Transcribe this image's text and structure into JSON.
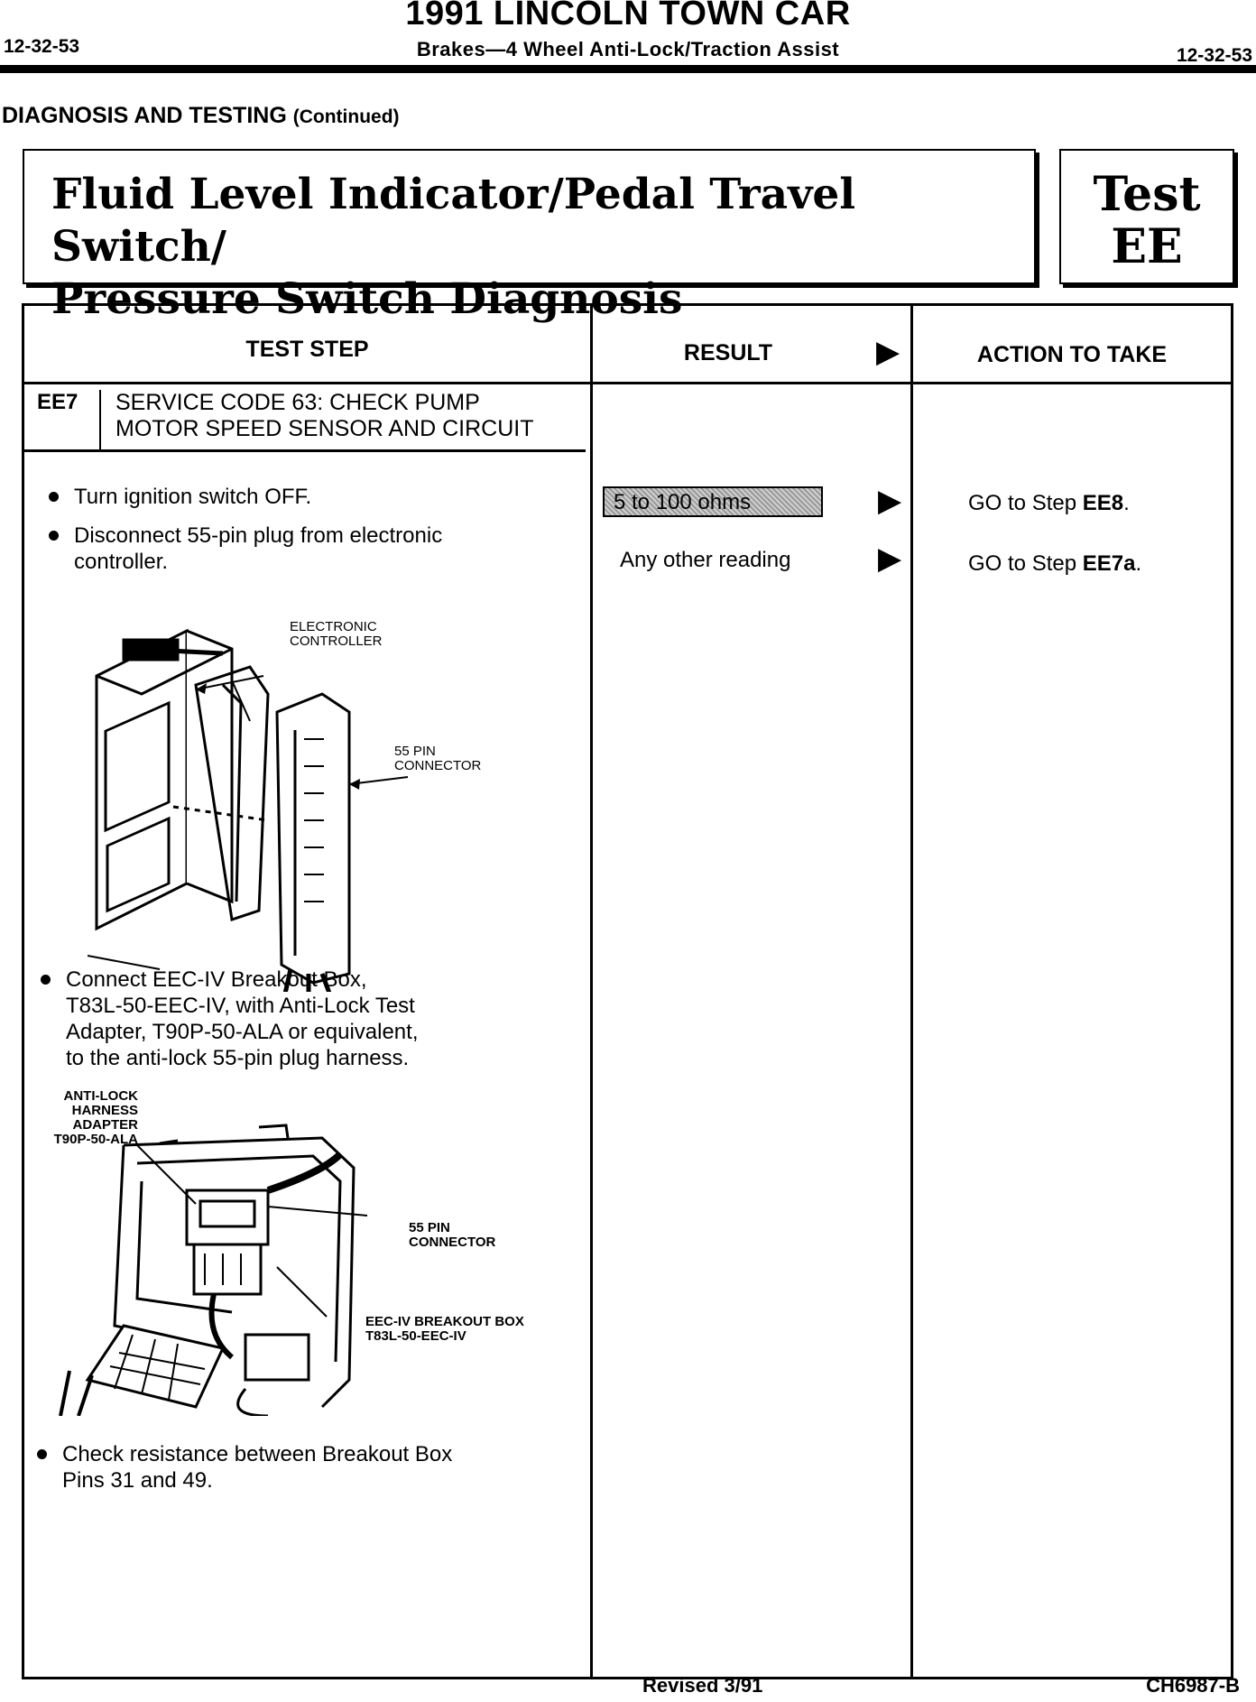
{
  "header": {
    "page_number_left": "12-32-53",
    "page_number_right": "12-32-53",
    "title": "1991 LINCOLN TOWN CAR",
    "subtitle": "Brakes—4 Wheel Anti-Lock/Traction Assist"
  },
  "section": {
    "heading": "DIAGNOSIS AND TESTING",
    "continued": "(Continued)"
  },
  "test_title": {
    "line1": "Fluid Level Indicator/Pedal Travel Switch/",
    "line2": "Pressure Switch Diagnosis",
    "test_word": "Test",
    "test_code": "EE"
  },
  "table": {
    "columns": [
      "TEST STEP",
      "RESULT",
      "ACTION TO TAKE"
    ],
    "step": {
      "id": "EE7",
      "title_line1": "SERVICE CODE 63: CHECK PUMP",
      "title_line2": "MOTOR SPEED SENSOR AND CIRCUIT"
    },
    "instructions": [
      "Turn ignition switch OFF.",
      "Disconnect 55-pin plug from electronic",
      "controller.",
      "Connect EEC-IV Breakout Box,",
      "T83L-50-EEC-IV, with Anti-Lock Test",
      "Adapter, T90P-50-ALA or equivalent,",
      "to the anti-lock 55-pin plug harness.",
      "Check resistance between Breakout Box",
      "Pins 31 and 49."
    ],
    "results": [
      {
        "text": "5 to 100 ohms",
        "action_prefix": "GO to Step ",
        "action_step": "EE8",
        "action_suffix": "."
      },
      {
        "text": "Any other reading",
        "action_prefix": "GO to Step ",
        "action_step": "EE7a",
        "action_suffix": "."
      }
    ]
  },
  "diagram1": {
    "callout_a_1": "ELECTRONIC",
    "callout_a_2": "CONTROLLER",
    "callout_b_1": "55 PIN",
    "callout_b_2": "CONNECTOR"
  },
  "diagram2": {
    "callout_a_1": "ANTI-LOCK",
    "callout_a_2": "HARNESS",
    "callout_a_3": "ADAPTER",
    "callout_a_4": "T90P-50-ALA",
    "callout_b_1": "55 PIN",
    "callout_b_2": "CONNECTOR",
    "callout_c_1": "EEC-IV  BREAKOUT BOX",
    "callout_c_2": "T83L-50-EEC-IV"
  },
  "footer": {
    "revised": "Revised  3/91",
    "code": "CH6987-B"
  }
}
